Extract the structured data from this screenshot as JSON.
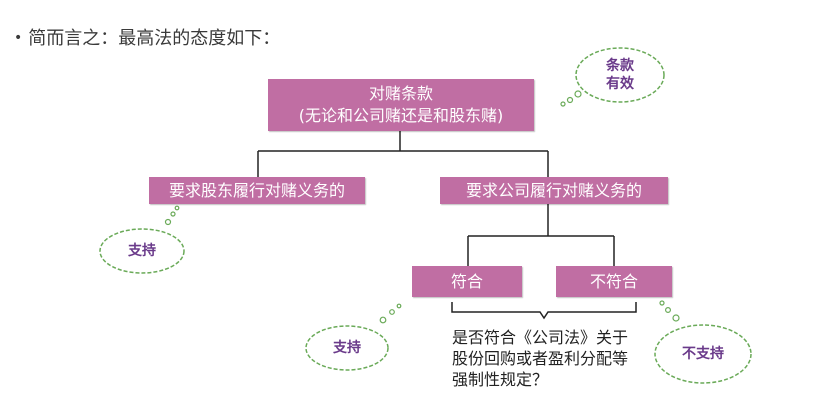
{
  "heading": {
    "bullet": "•",
    "text": "简而言之：最高法的态度如下："
  },
  "diagram": {
    "root": {
      "line1": "对赌条款",
      "line2": "(无论和公司赌还是和股东赌)"
    },
    "left_branch": "要求股东履行对赌义务的",
    "right_branch": "要求公司履行对赌义务的",
    "fit": "符合",
    "not_fit": "不符合",
    "question": "是否符合《公司法》关于股份回购或者盈利分配等强制性规定？",
    "clouds": {
      "top_right": {
        "line1": "条款",
        "line2": "有效"
      },
      "left": "支持",
      "bottom_left": "支持",
      "bottom_right": "不支持"
    }
  },
  "colors": {
    "box_fill": "#c06ea3",
    "box_text": "#ffffff",
    "cloud_text": "#6a3a8a",
    "cloud_outline": "#6aaa58",
    "connector": "#222222"
  }
}
